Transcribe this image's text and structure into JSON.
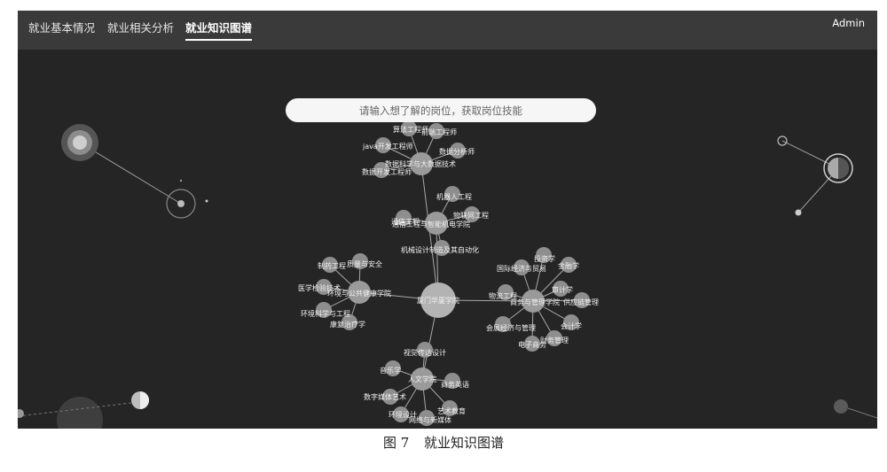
{
  "nav": {
    "tabs": [
      {
        "label": "就业基本情况",
        "active": false
      },
      {
        "label": "就业相关分析",
        "active": false
      },
      {
        "label": "就业知识图谱",
        "active": true
      }
    ],
    "user": "Admin"
  },
  "search": {
    "placeholder": "请输入想了解的岗位，获取岗位技能"
  },
  "graph": {
    "root": "厦门华厦学院",
    "colleges": [
      {
        "name": "数据科学与大数据技术",
        "children": [
          "算法工程师",
          "前端工程师",
          "java开发工程师",
          "数据分析师",
          "数据开发工程师"
        ]
      },
      {
        "name": "通信工程与智能机电学院",
        "children": [
          "机器人工程",
          "物联网工程",
          "通信工程",
          "机械设计制造及其自动化"
        ]
      },
      {
        "name": "环境与公共健康学院",
        "children": [
          "制药工程",
          "质量与安全",
          "医学检验技术",
          "环境科学与工程",
          "康复治疗学"
        ]
      },
      {
        "name": "商务与管理学院",
        "children": [
          "投资学",
          "国际经济与贸易",
          "金融学",
          "物流工程",
          "审计学",
          "供应链管理",
          "会展经济与管理",
          "会计学",
          "电子商务",
          "财务管理"
        ]
      },
      {
        "name": "人文学院",
        "children": [
          "视觉传达设计",
          "音乐学",
          "商务英语",
          "数字媒体艺术",
          "艺术教育",
          "环境设计",
          "网络与新媒体"
        ]
      }
    ]
  },
  "caption": {
    "figure": "图 7",
    "title": "就业知识图谱"
  }
}
